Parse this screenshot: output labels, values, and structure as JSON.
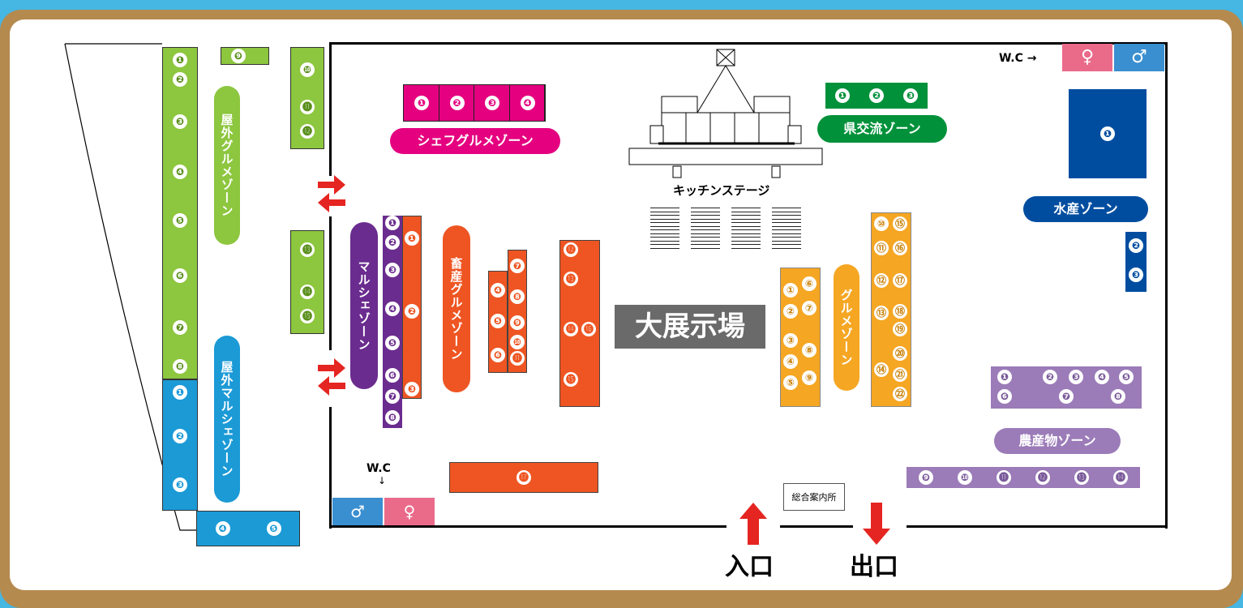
{
  "zones": {
    "chef": "シェフグルメゾーン",
    "prefecture": "県交流ゾーン",
    "marine": "水産ゾーン",
    "agri": "農産物ゾーン",
    "gourmet": "グルメゾーン",
    "livestock": "畜産グルメゾーン",
    "marche": "マルシェゾーン",
    "outdoor_gourmet": "屋外グルメゾーン",
    "outdoor_marche": "屋外マルシェゾーン"
  },
  "labels": {
    "hall": "大展示場",
    "stage": "キッチンステージ",
    "wc_top": "W.C →",
    "wc_bottom": "W.C",
    "wc_arrow": "↓",
    "info": "総合案内所",
    "entrance": "入口",
    "exit": "出口"
  },
  "icons": {
    "female": "♀",
    "male": "♂"
  },
  "colors": {
    "pink": "#e4007f",
    "green": "#00913a",
    "blue": "#004da0",
    "lavender": "#9b7bb8",
    "orange": "#f5a623",
    "red_orange": "#ee5522",
    "purple": "#6a2c8e",
    "lime": "#8dc63f",
    "sky": "#1b9ad6",
    "arrow_red": "#e52521"
  },
  "booths": {
    "chef": [
      "❶",
      "❷",
      "❸",
      "❹"
    ],
    "prefecture": [
      "❶",
      "❷",
      "❸"
    ],
    "marine": [
      "❶",
      "❷",
      "❸"
    ],
    "agri_row1": [
      "❶",
      "❷",
      "❸",
      "❹",
      "❺"
    ],
    "agri_row2": [
      "❻",
      "❼",
      "❽"
    ],
    "agri_row3": [
      "❾",
      "❿",
      "⓫",
      "⓬",
      "⓭",
      "⓮"
    ],
    "gourmet_left": [
      "①",
      "②",
      "③",
      "④",
      "⑤"
    ],
    "gourmet_mid": [
      "⑥",
      "⑦",
      "⑧",
      "⑨"
    ],
    "gourmet_right_a": [
      "⑩",
      "⑪",
      "⑫",
      "⑬",
      "⑭"
    ],
    "gourmet_right_b": [
      "⑮",
      "⑯",
      "⑰",
      "⑱",
      "⑲",
      "⑳",
      "㉑",
      "㉒"
    ],
    "livestock_a": [
      "❶",
      "❸"
    ],
    "livestock_b": [
      "❷"
    ],
    "livestock_c": [
      "❹",
      "❺",
      "❻"
    ],
    "livestock_d": [
      "❼",
      "❽",
      "❾",
      "❿",
      "⓫"
    ],
    "livestock_e": [
      "⓬",
      "⓭",
      "⓮",
      "⓯"
    ],
    "livestock_f": [
      "⓰"
    ],
    "livestock_g": [
      "⓱"
    ],
    "marche": [
      "❶",
      "❷",
      "❸",
      "❹",
      "❺",
      "❻",
      "❼",
      "❽"
    ],
    "outdoor_gourmet": [
      "❶",
      "❷",
      "❸",
      "❹",
      "❺",
      "❻",
      "❼",
      "❽"
    ],
    "outdoor_gourmet_top": [
      "❾"
    ],
    "outdoor_gourmet_mid": [
      "❿",
      "⓫",
      "⓬"
    ],
    "outdoor_gourmet_low": [
      "⓭",
      "⓮",
      "⓯"
    ],
    "outdoor_marche": [
      "❶",
      "❷",
      "❸"
    ],
    "outdoor_marche_bottom": [
      "❹",
      "❺"
    ]
  }
}
